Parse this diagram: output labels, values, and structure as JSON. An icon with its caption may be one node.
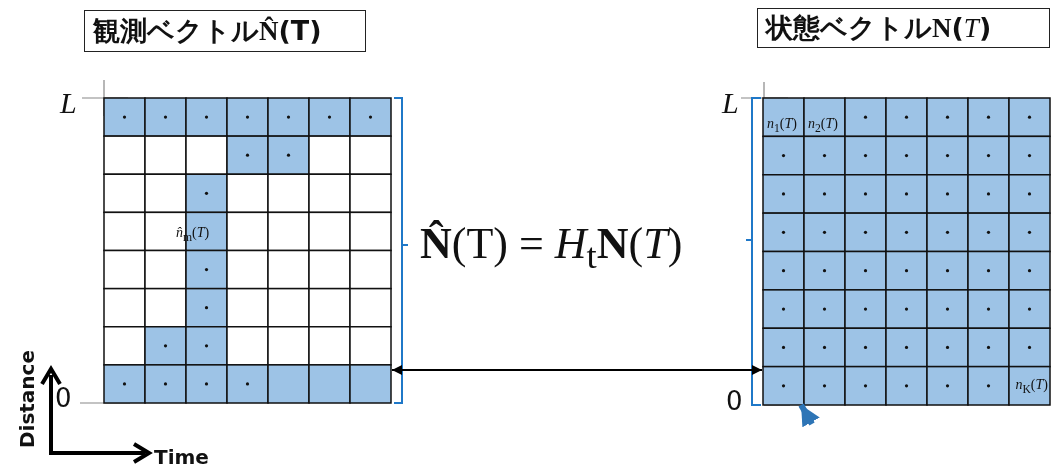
{
  "diagram": {
    "nodes": [
      {
        "text": [
          "観測ベクトル**N̂**(T)"
        ]
      },
      {
        "text": [
          "*n̂*$_{m}$(*T*)"
        ]
      },
      {
        "text": [
          "状態ベクトル**N**(*T*)"
        ]
      },
      {
        "text": [
          "*n*$_{1}$(*T*)",
          "*n*$_{2}$(*T*)",
          "*n*$_{K}$(*T*)"
        ]
      }
    ],
    "edges": [
      {
        "from": 1,
        "to": 3,
        "arrow": "both"
      },
      {
        "from": null,
        "to": 3,
        "arrow": "to",
        "style": "thick",
        "color": "#2e75b6"
      }
    ],
    "labels": [
      "L",
      "0",
      "**N̂**(T) = *H*$_{t}$**N**(*T*)",
      "L",
      "0",
      "Distance",
      "Time"
    ]
  }
}
